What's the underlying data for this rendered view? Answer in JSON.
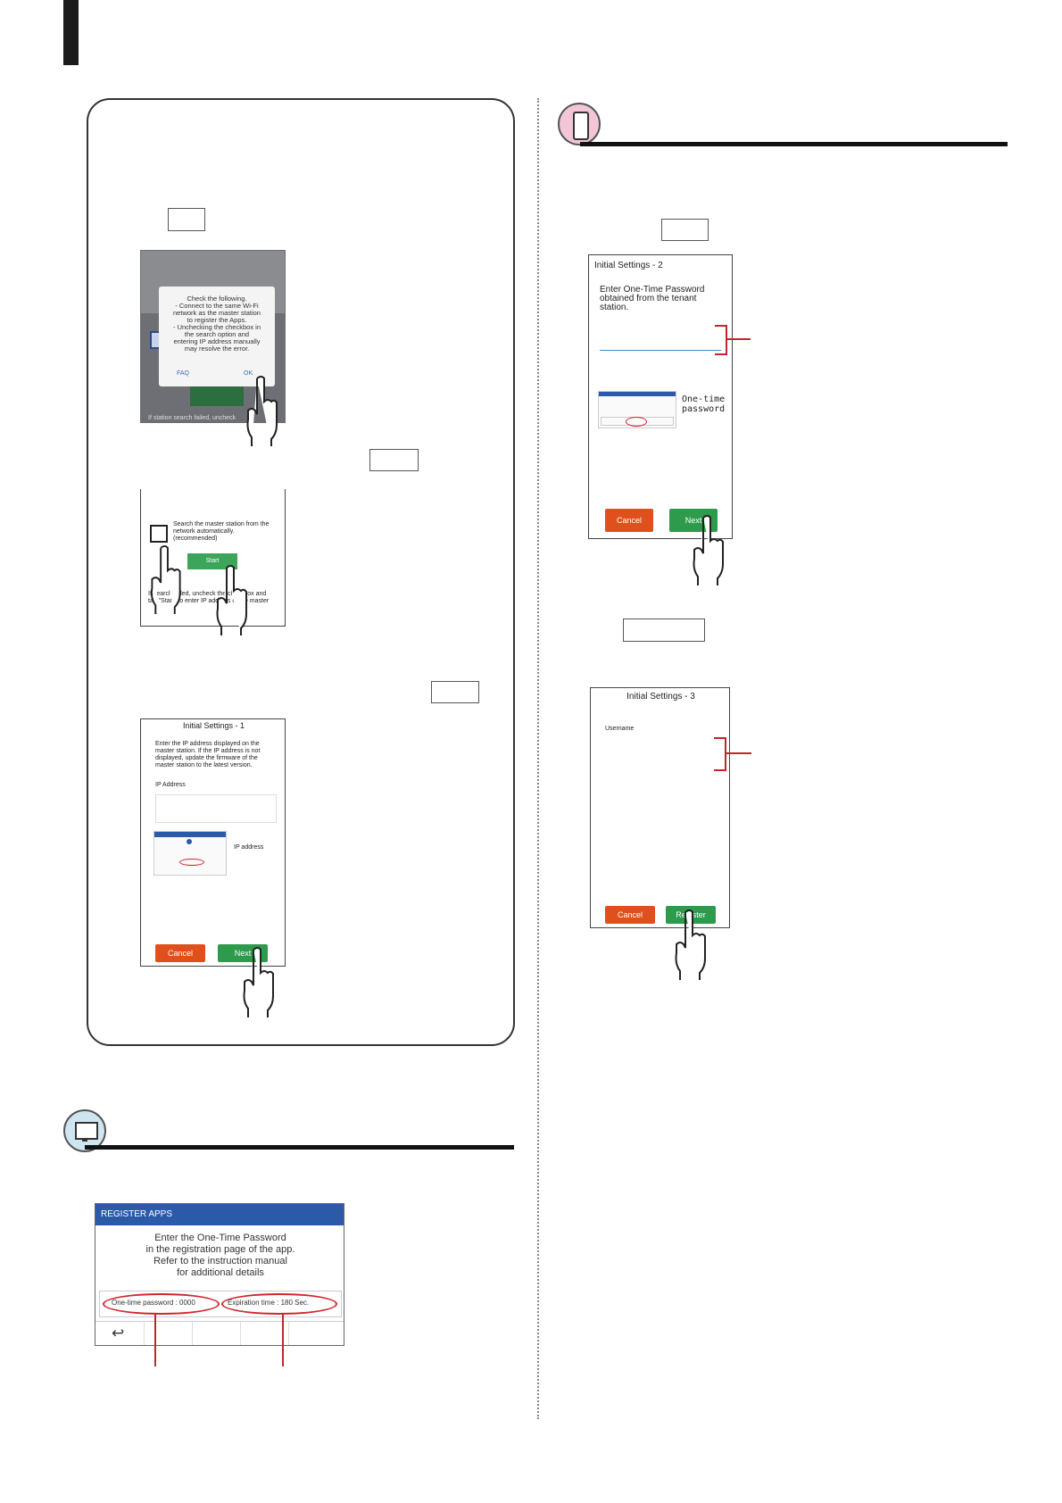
{
  "screen1": {
    "dialog_lines": [
      "Check the following.",
      "- Connect to the same Wi-Fi",
      "network as the master station",
      "to register the Apps.",
      "- Unchecking the checkbox in",
      "the search option and",
      "entering IP address manually",
      "may resolve the error."
    ],
    "faq": "FAQ",
    "ok": "OK",
    "bottom": "If station search failed, uncheck"
  },
  "screen2": {
    "text": "Search the master station from the network automatically. (recommended)",
    "button": "Start",
    "bottom": "If search failed, uncheck the checkbox and tap \"Start\" to enter IP address of the master"
  },
  "screen3": {
    "title": "Initial Settings - 1",
    "body": "Enter the IP address displayed on the master station. If the IP address is not displayed, update the firmware of the master station to the latest version.",
    "field_label": "IP Address",
    "inset_label": "IP address",
    "cancel": "Cancel",
    "next": "Next"
  },
  "tablet": {
    "header": "REGISTER APPS",
    "line1": "Enter the One-Time Password",
    "line2": "in the registration page of the app.",
    "line3": "Refer to the instruction manual",
    "line4": "for additional details",
    "otp": "One-time password : 0000",
    "expiry": "Expiration time : 180 Sec.",
    "back_icon": "↩"
  },
  "screen4": {
    "title": "Initial Settings - 2",
    "line1": "Enter One-Time Password",
    "line2": "obtained from the tenant",
    "line3": "station.",
    "inset_label": "One-time\npassword",
    "cancel": "Cancel",
    "next": "Next"
  },
  "screen5": {
    "title": "Initial Settings - 3",
    "field_label": "Username",
    "cancel": "Cancel",
    "register": "Register"
  },
  "colors": {
    "accent_red": "#c0272d",
    "button_green": "#2e9a4c",
    "button_red": "#e0501d",
    "tablet_header": "#2b5aa8"
  }
}
